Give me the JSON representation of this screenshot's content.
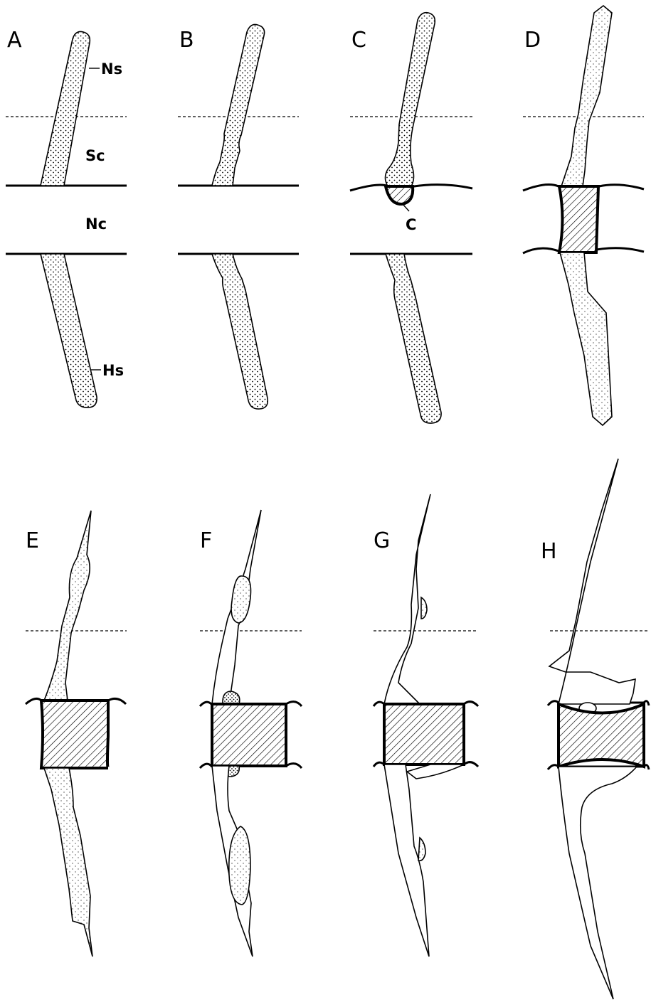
{
  "panels": [
    {
      "label": "A"
    },
    {
      "label": "B"
    },
    {
      "label": "C"
    },
    {
      "label": "D"
    },
    {
      "label": "E"
    },
    {
      "label": "F"
    },
    {
      "label": "G"
    },
    {
      "label": "H"
    }
  ],
  "annotations": {
    "ns": "Ns",
    "sc": "Sc",
    "nc": "Nc",
    "hs": "Hs",
    "c": "C"
  }
}
